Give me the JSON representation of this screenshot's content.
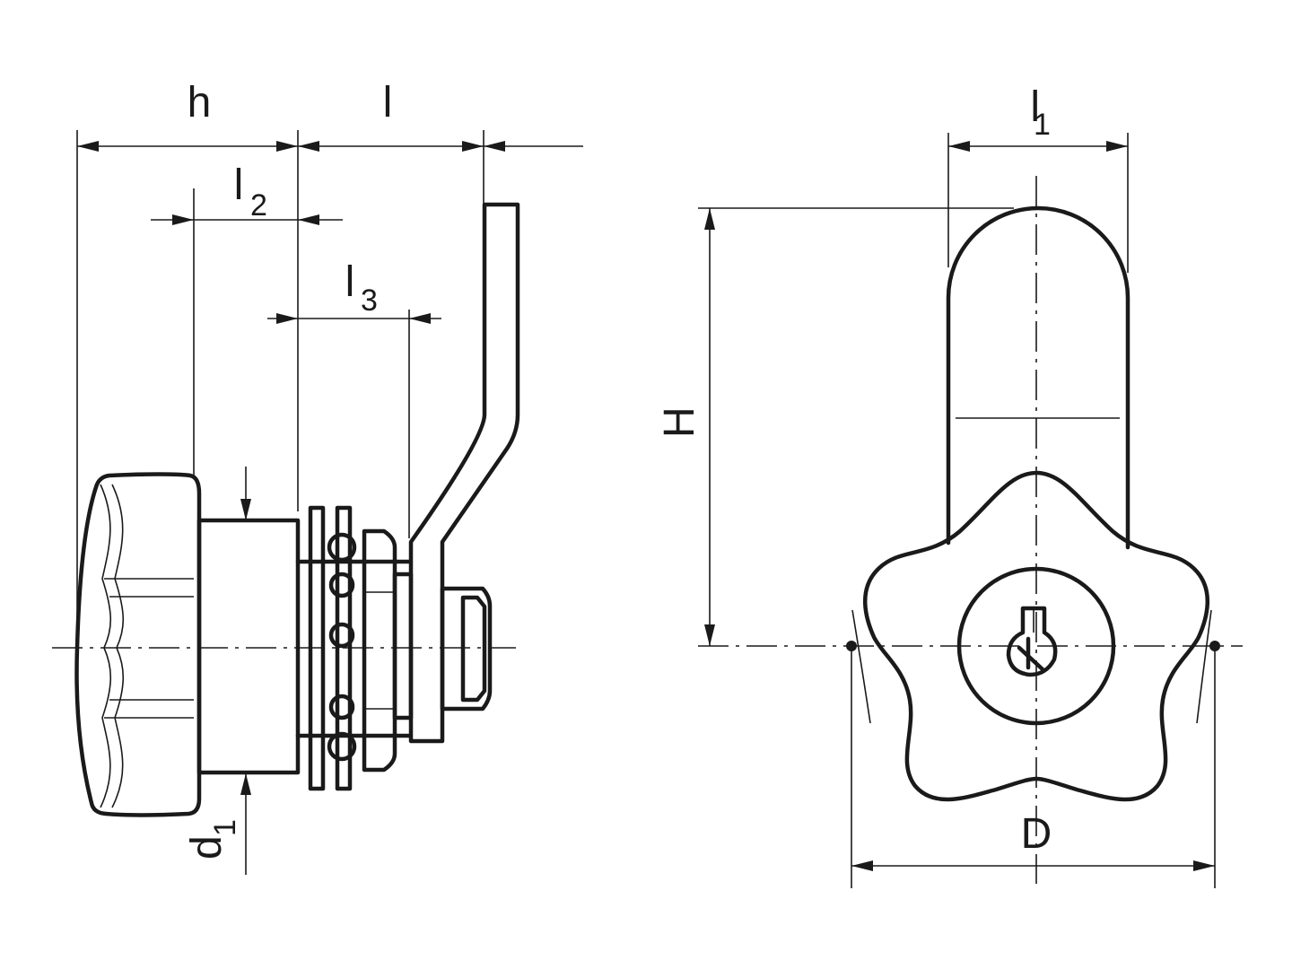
{
  "dimension_labels": {
    "h": "h",
    "l": "l",
    "l2_main": "l",
    "l2_sub": "2",
    "l3_main": "l",
    "l3_sub": "3",
    "d1_main": "d",
    "d1_sub": "1",
    "l1_main": "l",
    "l1_sub": "1",
    "H": "H",
    "D": "D"
  }
}
